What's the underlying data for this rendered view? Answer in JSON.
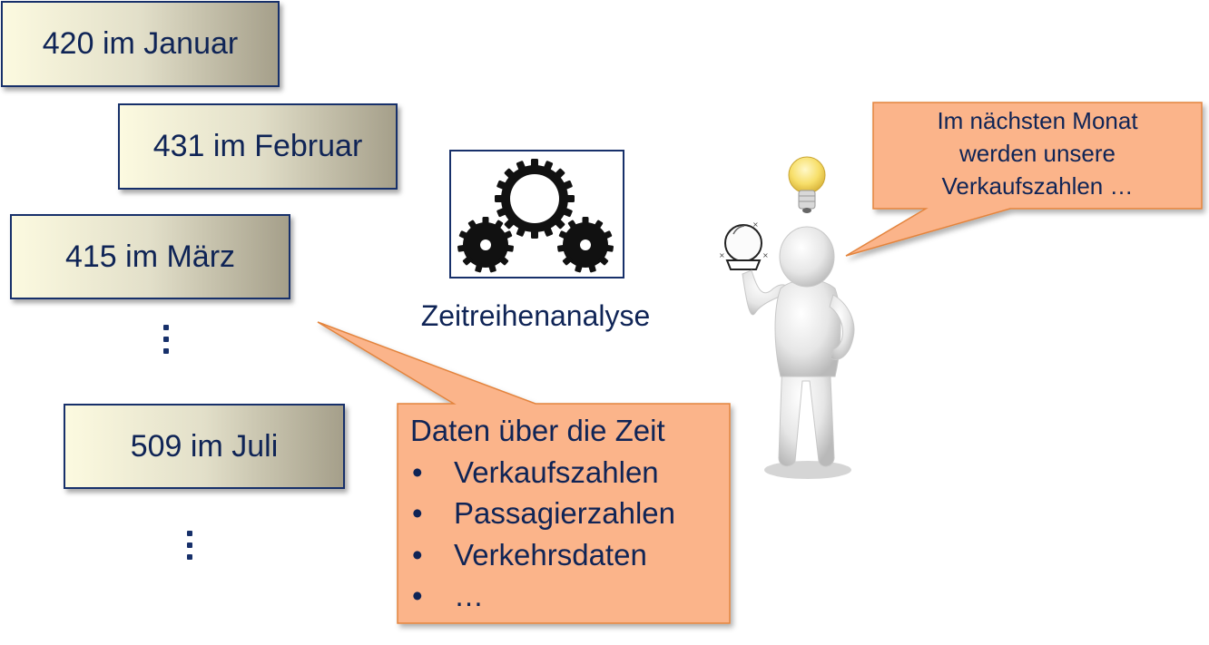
{
  "months": [
    {
      "label": "420 im Januar"
    },
    {
      "label": "431 im Februar"
    },
    {
      "label": "415 im März"
    },
    {
      "label": "509 im Juli"
    }
  ],
  "center": {
    "caption": "Zeitreihenanalyse",
    "icon": "gears-icon"
  },
  "data_callout": {
    "title": "Daten über die Zeit",
    "items": [
      "Verkaufszahlen",
      "Passagierzahlen",
      "Verkehrsdaten",
      "…"
    ]
  },
  "thought_callout": {
    "lines": [
      "Im nächsten Monat",
      "werden unsere",
      "Verkaufszahlen …"
    ]
  },
  "figure": {
    "icon": "person-with-crystal-ball-icon",
    "bulb_icon": "light-bulb-icon"
  },
  "colors": {
    "navy": "#17306a",
    "callout_fill": "#fbb48a",
    "callout_border": "#e3843e"
  }
}
